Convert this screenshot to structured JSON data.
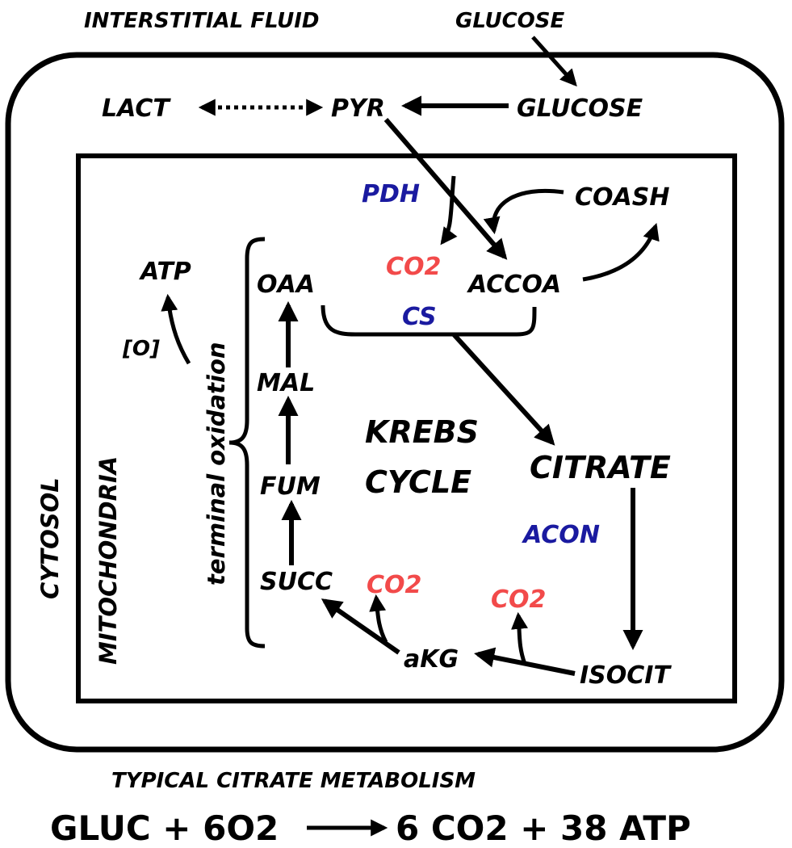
{
  "labels": {
    "interstitial_fluid": "INTERSTITIAL FLUID",
    "glucose_outside": "GLUCOSE",
    "lact": "LACT",
    "pyr": "PYR",
    "glucose_cytosol": "GLUCOSE",
    "pdh": "PDH",
    "coash": "COASH",
    "co2_pdh": "CO2",
    "accoa": "ACCOA",
    "atp": "ATP",
    "oaa": "OAA",
    "cs": "CS",
    "o": "[O]",
    "mal": "MAL",
    "terminal_oxidation": "terminal oxidation",
    "mitochondria": "MITOCHONDRIA",
    "cytosol": "CYTOSOL",
    "krebs": "KREBS",
    "cycle": "CYCLE",
    "citrate": "CITRATE",
    "fum": "FUM",
    "acon": "ACON",
    "succ": "SUCC",
    "co2_akg": "CO2",
    "co2_isocit": "CO2",
    "akg": "aKG",
    "isocit": "ISOCIT",
    "footer_title": "TYPICAL CITRATE METABOLISM",
    "eq_left": "GLUC + 6O2",
    "eq_right": "6 CO2 + 38 ATP"
  },
  "colors": {
    "enzyme": "#1a1aa0",
    "co2": "#f24a4a",
    "oxygen": "#2eaa2e",
    "ink": "#000000"
  }
}
